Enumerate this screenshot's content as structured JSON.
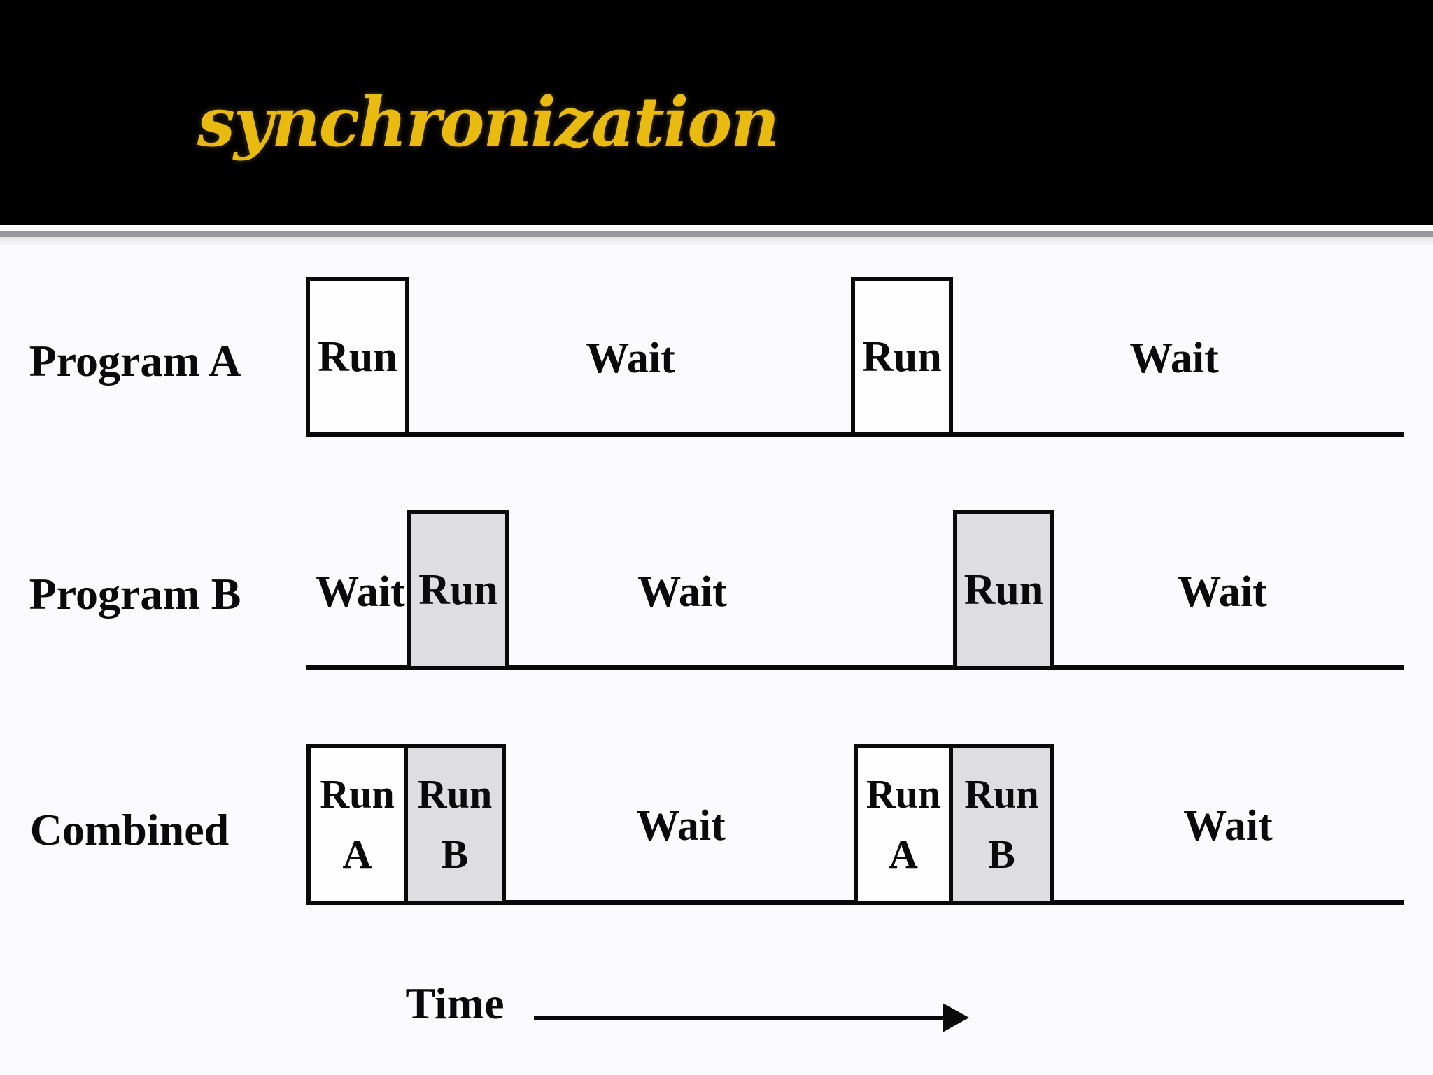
{
  "header": {
    "title": "synchronization"
  },
  "rows": {
    "a": {
      "label": "Program A",
      "run1": "Run",
      "wait1": "Wait",
      "run2": "Run",
      "wait2": "Wait",
      "sequence": [
        "Run",
        "Wait",
        "Run",
        "Wait"
      ]
    },
    "b": {
      "label": "Program B",
      "wait0": "Wait",
      "run1": "Run",
      "wait1": "Wait",
      "run2": "Run",
      "wait2": "Wait",
      "sequence": [
        "Wait",
        "Run",
        "Wait",
        "Run",
        "Wait"
      ]
    },
    "c": {
      "label": "Combined",
      "run1a_top": "Run",
      "run1a_bottom": "A",
      "run1b_top": "Run",
      "run1b_bottom": "B",
      "wait1": "Wait",
      "run2a_top": "Run",
      "run2a_bottom": "A",
      "run2b_top": "Run",
      "run2b_bottom": "B",
      "wait2": "Wait",
      "sequence": [
        "Run A",
        "Run B",
        "Wait",
        "Run A",
        "Run B",
        "Wait"
      ]
    }
  },
  "time": {
    "label": "Time"
  },
  "colors": {
    "header_bg": "#000000",
    "title_text": "#e9ba10",
    "content_bg": "#fbfafc",
    "separator_gray": "#98979c",
    "stroke": "#0a0a0a",
    "run_a_box_fill": "#fefefe",
    "run_b_box_fill": "#dedde0"
  }
}
